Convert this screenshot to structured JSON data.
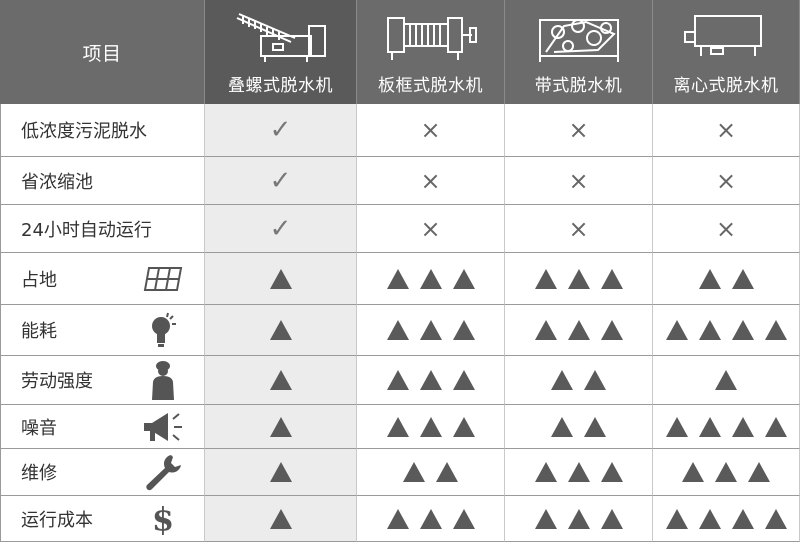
{
  "header": {
    "item_label": "项目",
    "machines": [
      {
        "label": "叠螺式脱水机",
        "icon": "screw-press-icon"
      },
      {
        "label": "板框式脱水机",
        "icon": "plate-frame-press-icon"
      },
      {
        "label": "带式脱水机",
        "icon": "belt-press-icon"
      },
      {
        "label": "离心式脱水机",
        "icon": "centrifuge-icon"
      }
    ]
  },
  "symbols": {
    "check": "✓",
    "cross": "×",
    "dollar": "$"
  },
  "rows": [
    {
      "label": "低浓度污泥脱水",
      "values": [
        "check",
        "cross",
        "cross",
        "cross"
      ]
    },
    {
      "label": "省浓缩池",
      "values": [
        "check",
        "cross",
        "cross",
        "cross"
      ]
    },
    {
      "label": "24小时自动运行",
      "values": [
        "check",
        "cross",
        "cross",
        "cross"
      ]
    },
    {
      "label": "占地",
      "icon": "floor-area-icon",
      "values": [
        1,
        3,
        3,
        2
      ]
    },
    {
      "label": "能耗",
      "icon": "lightbulb-icon",
      "values": [
        1,
        3,
        3,
        4
      ]
    },
    {
      "label": "劳动强度",
      "icon": "worker-icon",
      "values": [
        1,
        3,
        2,
        1
      ]
    },
    {
      "label": "噪音",
      "icon": "megaphone-icon",
      "values": [
        1,
        3,
        2,
        4
      ]
    },
    {
      "label": "维修",
      "icon": "wrench-icon",
      "values": [
        1,
        2,
        3,
        3
      ]
    },
    {
      "label": "运行成本",
      "icon": "dollar-icon",
      "values": [
        1,
        3,
        3,
        4
      ]
    }
  ],
  "colors": {
    "header_bg": "#6b6b6b",
    "highlight_col": "#ececec",
    "triangle": "#5a5a5a"
  }
}
